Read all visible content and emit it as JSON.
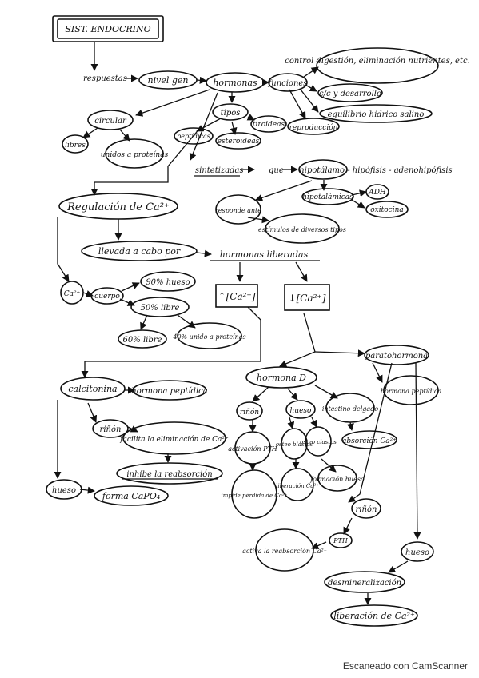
{
  "diagram": {
    "nodes": {
      "title": "SIST. ENDOCRINO",
      "respuestas": "respuestas",
      "nivel_gen": "nivel gen",
      "hormonas": "hormonas",
      "funciones": "funciones",
      "control": "control digestión, eliminación nutrientes, etc.",
      "crecimiento": "c/c y desarrollo",
      "equilibrio": "equilibrio hídrico salino",
      "reproduccion": "reproducción",
      "tipos": "tipos",
      "peptidicas": "peptídicas",
      "esteroideas": "esteroideas",
      "tiroideas": "tiroideas",
      "circular": "circular",
      "libres": "libres",
      "unidos_proteinas": "unidos a proteínas",
      "sintetizadas": "sintetizadas",
      "que": "que",
      "hipotalamo": "hipotálamo - hipófisis - adenohipófisis",
      "hipotalamicas": "hipotalámicas",
      "adh": "ADH",
      "oxitocina": "oxitocina",
      "responde_ante": "responde ante",
      "estimulos": "estímulos de diversos tipos",
      "regulacion": "Regulación de Ca²⁺",
      "llevada_cabo": "llevada a cabo por",
      "hormonas_liberadas": "hormonas liberadas",
      "ca": "Ca²⁺",
      "cuerpo": "cuerpo",
      "pct_hueso": "90% hueso",
      "pct_libre": "50% libre",
      "sol_libre": "60% libre",
      "pct_unido": "40% unido a proteínas",
      "ca_alto": "↑[Ca²⁺]",
      "ca_bajo": "↓[Ca²⁺]",
      "calcitonina": "calcitonina",
      "hormona_peptidica_1": "hormona peptídica",
      "rinon_1": "riñón",
      "facilita": "facilita la eliminación de Ca²⁺",
      "inhibe": "inhibe la reabsorción",
      "hueso_1": "hueso",
      "forma": "forma CaPO₄",
      "hormona_d": "hormona D",
      "rinon_2": "riñón",
      "hueso_2": "hueso",
      "intestino": "intestino delgado",
      "activacion_pth": "activación PTH",
      "osteoblastos": "osteo blastos",
      "osteoclastos": "osteo clastos",
      "absorcion": "absorción Ca²⁺",
      "impide": "impide pérdida de Ca²⁺",
      "liberacion_1": "liberación Ca²⁺",
      "formacion": "formación hueso",
      "paratohormona": "paratohormona",
      "hormona_peptidica_2": "hormona peptídica",
      "rinon_3": "riñón",
      "pth": "PTH",
      "activa": "activa la reabsorción Ca²⁺",
      "hueso_3": "hueso",
      "desmineralizacion": "desmineralización",
      "liberacion_2": "liberación de Ca²⁺"
    }
  },
  "footer": "Escaneado con CamScanner"
}
